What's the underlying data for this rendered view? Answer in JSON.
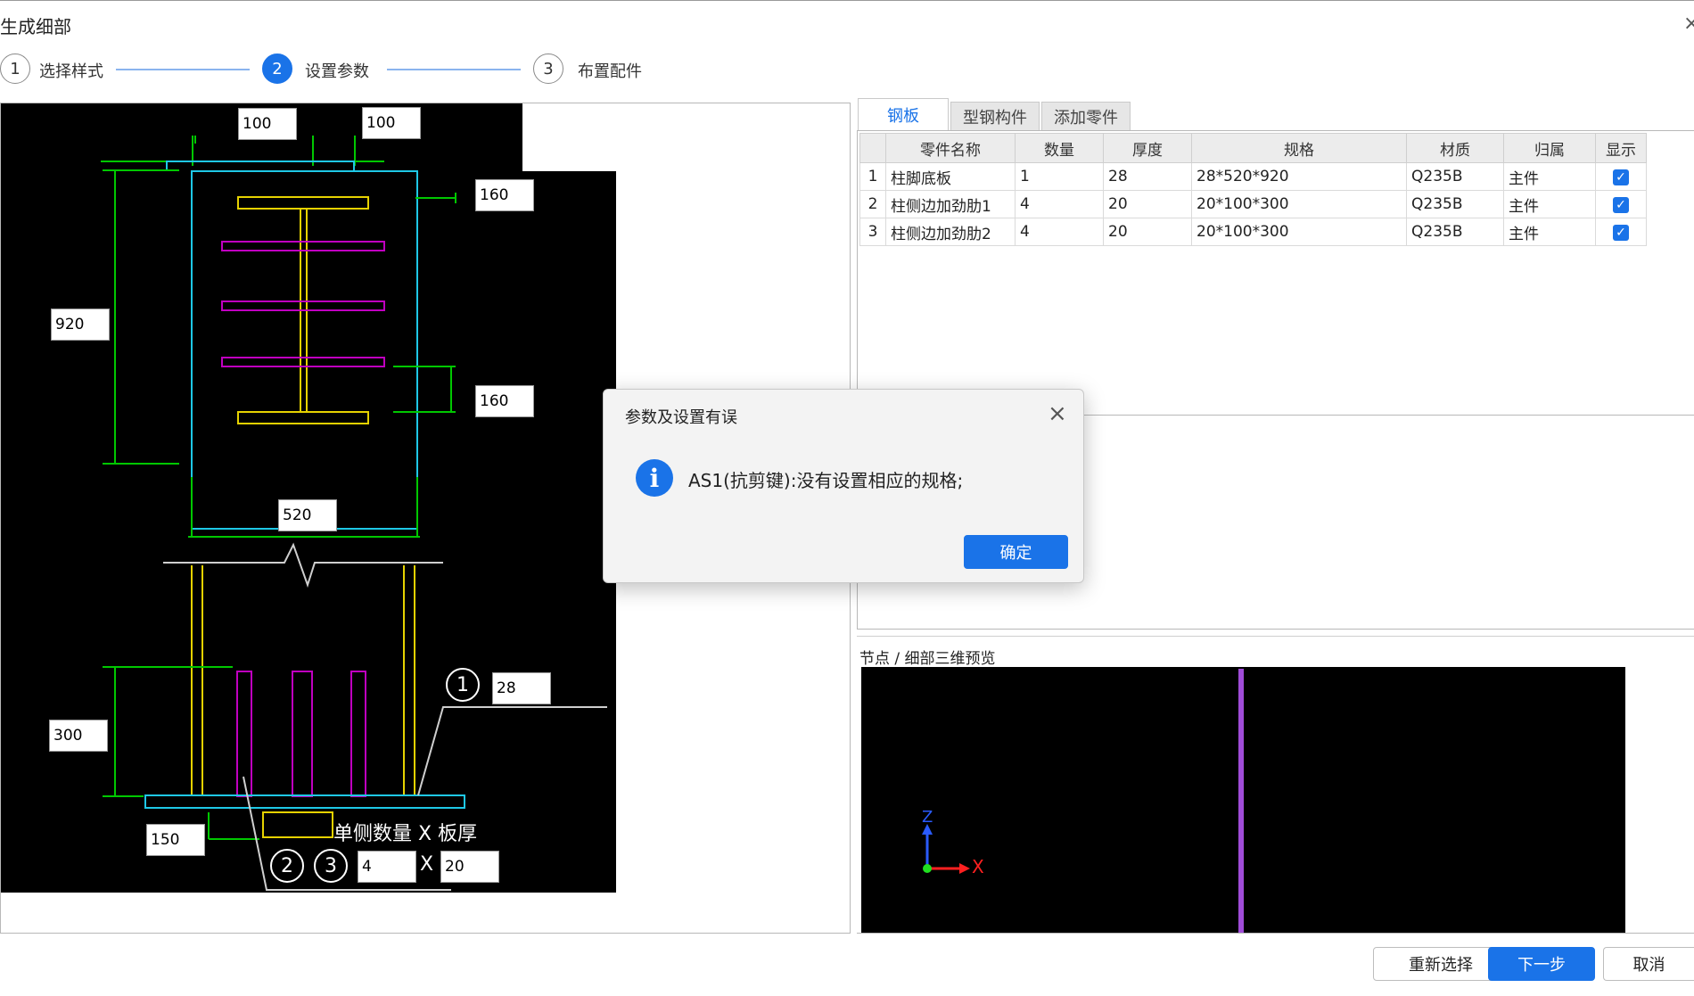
{
  "window": {
    "title": "生成细部",
    "close": "×"
  },
  "steps": [
    {
      "num": "1",
      "label": "选择样式"
    },
    {
      "num": "2",
      "label": "设置参数"
    },
    {
      "num": "3",
      "label": "布置配件"
    }
  ],
  "drawing": {
    "dims": {
      "top_left": "100",
      "top_right": "100",
      "right_upper": "160",
      "height": "920",
      "right_lower": "160",
      "width": "520",
      "rib_height": "300",
      "thickness": "28",
      "offset": "150",
      "count": "4",
      "rib_thickness": "20"
    },
    "callouts": {
      "c1": "1",
      "c2": "2",
      "c3": "3"
    },
    "side_label": "单侧数量 X 板厚",
    "times": "X",
    "colors": {
      "bg": "#000000",
      "green": "#00c800",
      "cyan": "#1ec8e6",
      "yellow": "#e6d200",
      "magenta": "#c000c0"
    }
  },
  "tabs": [
    {
      "label": "钢板"
    },
    {
      "label": "型钢构件"
    },
    {
      "label": "添加零件"
    }
  ],
  "parts_table": {
    "headers": [
      "",
      "零件名称",
      "数量",
      "厚度",
      "规格",
      "材质",
      "归属",
      "显示"
    ],
    "rows": [
      {
        "idx": "1",
        "name": "柱脚底板",
        "qty": "1",
        "thick": "28",
        "spec": "28*520*920",
        "mat": "Q235B",
        "owner": "主件",
        "show": "✓"
      },
      {
        "idx": "2",
        "name": "柱侧边加劲肋1",
        "qty": "4",
        "thick": "20",
        "spec": "20*100*300",
        "mat": "Q235B",
        "owner": "主件",
        "show": "✓"
      },
      {
        "idx": "3",
        "name": "柱侧边加劲肋2",
        "qty": "4",
        "thick": "20",
        "spec": "20*100*300",
        "mat": "Q235B",
        "owner": "主件",
        "show": "✓"
      }
    ]
  },
  "preview": {
    "label": "节点 / 细部三维预览",
    "axis_z": "Z",
    "axis_x": "X"
  },
  "dialog": {
    "title": "参数及设置有误",
    "message": "AS1(抗剪键):没有设置相应的规格;",
    "ok": "确定",
    "close": "×"
  },
  "footer": {
    "reselect": "重新选择",
    "next": "下一步",
    "cancel": "取消"
  },
  "accent": "#1a73e8"
}
